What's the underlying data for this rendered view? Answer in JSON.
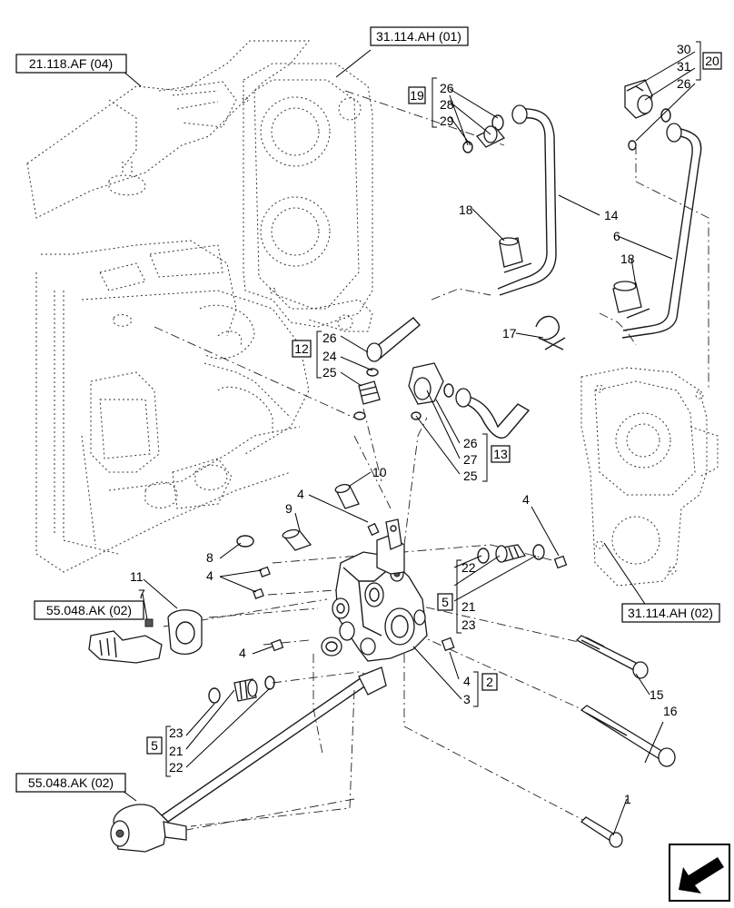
{
  "references": {
    "ref_top_left": "21.118.AF (04)",
    "ref_top_center": "31.114.AH (01)",
    "ref_right": "31.114.AH (02)",
    "ref_left_sensor_1": "55.048.AK (02)",
    "ref_left_sensor_2": "55.048.AK (02)"
  },
  "groups": {
    "g19": "19",
    "g20": "20",
    "g12": "12",
    "g13": "13",
    "g5_right": "5",
    "g2": "2",
    "g5_left": "5"
  },
  "labels": {
    "n1": "1",
    "n3": "3",
    "n4_a": "4",
    "n4_b": "4",
    "n4_c": "4",
    "n4_d": "4",
    "n4_e": "4",
    "n6": "6",
    "n7": "7",
    "n8": "8",
    "n9": "9",
    "n10": "10",
    "n11": "11",
    "n14": "14",
    "n15": "15",
    "n16": "16",
    "n17": "17",
    "n18_a": "18",
    "n18_b": "18",
    "n19_26": "26",
    "n19_28": "28",
    "n19_29": "29",
    "n20_30": "30",
    "n20_31": "31",
    "n20_26": "26",
    "n12_26": "26",
    "n12_24": "24",
    "n12_25": "25",
    "n13_26": "26",
    "n13_27": "27",
    "n13_25": "25",
    "n5r_22": "22",
    "n5r_21": "21",
    "n5r_23": "23",
    "n5l_23": "23",
    "n5l_21": "21",
    "n5l_22": "22"
  },
  "icons": {
    "nav": "arrow-down-left-icon"
  }
}
